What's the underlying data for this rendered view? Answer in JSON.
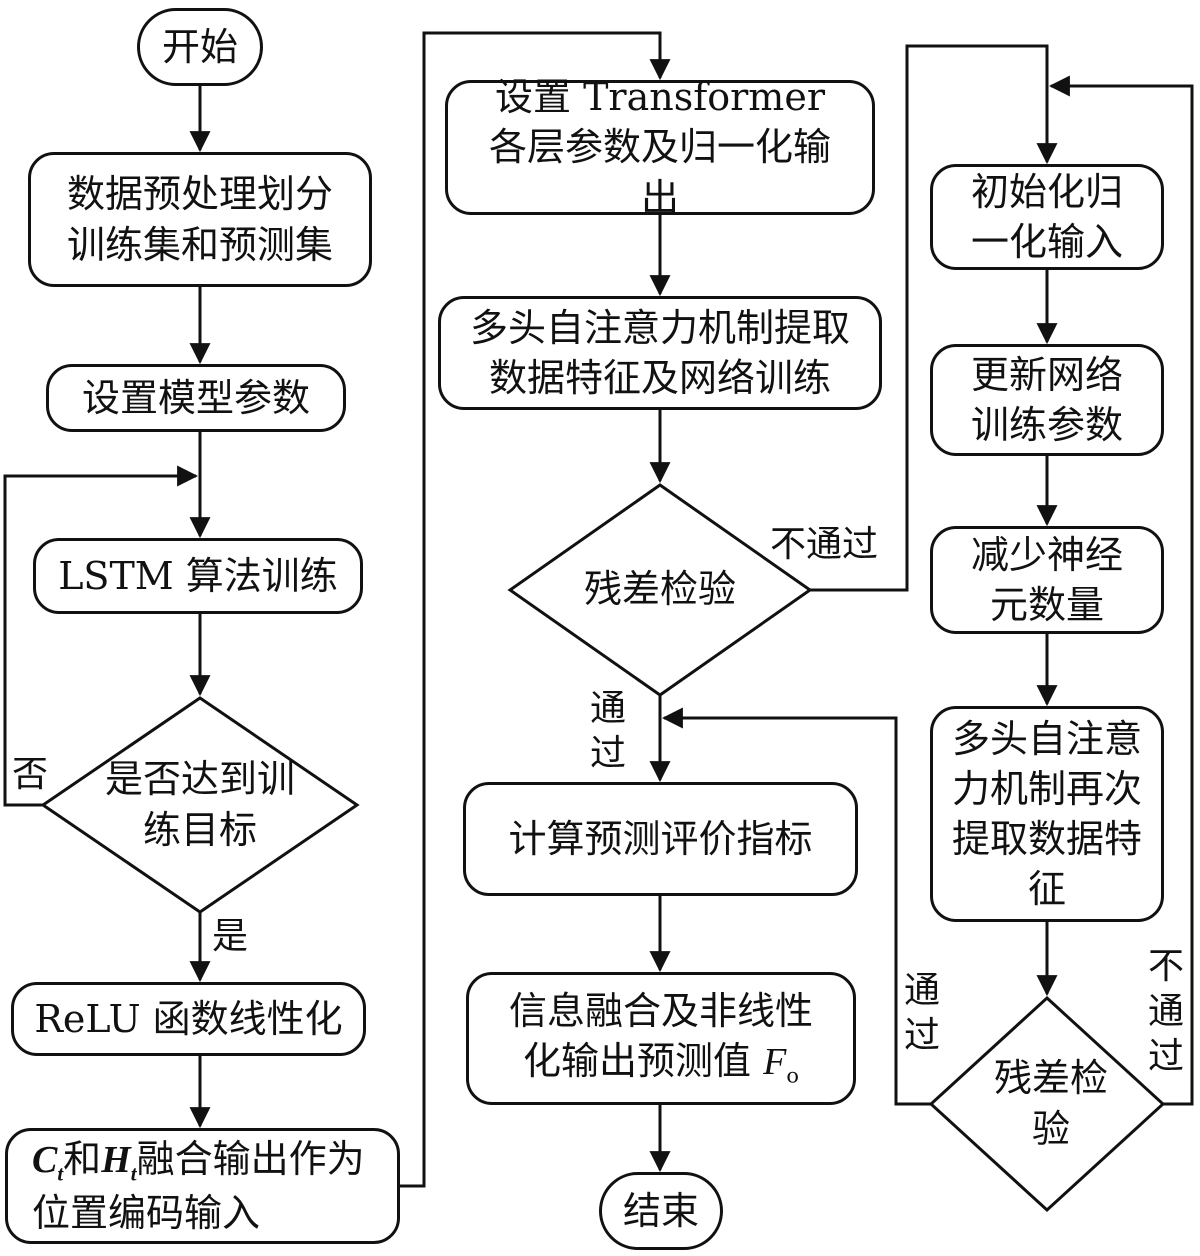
{
  "nodes": {
    "start": "开始",
    "preprocess": "数据预处理划分训练集和预测集",
    "set_params": "设置模型参数",
    "lstm_train": "LSTM 算法训练",
    "reach_target": "是否达到训练目标",
    "relu": "ReLU 函数线性化",
    "fusion_c": "C",
    "fusion_c_sub": "t",
    "fusion_and": "和",
    "fusion_h": "H",
    "fusion_h_sub": "t",
    "fusion_rest": "融合输出作为位置编码输入",
    "transformer_setup": "设置 Transformer 各层参数及归一化输出",
    "multihead_extract": "多头自注意力机制提取数据特征及网络训练",
    "residual_check_1": "残差检验",
    "compute_metrics": "计算预测评价指标",
    "info_fusion": "信息融合及非线性化输出预测值",
    "info_fusion_var": "F",
    "info_fusion_sub": "o",
    "end": "结束",
    "init_norm": "初始化归一化输入",
    "update_params": "更新网络训练参数",
    "reduce_neurons": "减少神经元数量",
    "multihead_again": "多头自注意力机制再次提取数据特征",
    "residual_check_2": "残差检验"
  },
  "labels": {
    "no": "否",
    "yes": "是",
    "fail_1": "不通过",
    "pass_1": "通过",
    "pass_2": "通过",
    "fail_2": "不通过"
  }
}
